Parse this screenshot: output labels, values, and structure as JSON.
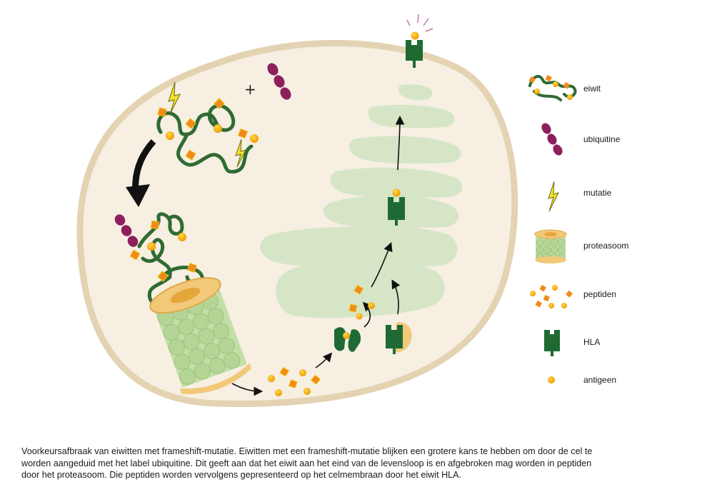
{
  "colors": {
    "cell_fill": "#f6efe2",
    "cell_border": "#e4d3b2",
    "organelle": "#d6e5c6",
    "protein_green": "#2f6b33",
    "ubiquitin": "#8e1f5c",
    "mutation": "#f2e12c",
    "peptide_orange": "#f5a800",
    "hla_green": "#1f6a33",
    "proteasome_green": "#c3dea6",
    "proteasome_cap": "#f2c879"
  },
  "diagram": {
    "plus_sign": "+"
  },
  "legend": {
    "items": [
      {
        "icon": "protein-icon",
        "label": "eiwit"
      },
      {
        "icon": "ubiquitin-icon",
        "label": "ubiquitine"
      },
      {
        "icon": "lightning-icon",
        "label": "mutatie"
      },
      {
        "icon": "proteasome-icon",
        "label": "proteasoom"
      },
      {
        "icon": "peptides-icon",
        "label": "peptiden"
      },
      {
        "icon": "hla-icon",
        "label": "HLA"
      },
      {
        "icon": "antigen-icon",
        "label": "antigeen"
      }
    ]
  },
  "caption": {
    "lines": [
      "Voorkeursafbraak van eiwitten met frameshift-mutatie. Eiwitten met een frameshift-mutatie blijken een grotere kans te hebben om door de cel te",
      "worden aangeduid met het label ubiquitine. Dit geeft aan dat het eiwit aan het eind van de levensloop is en afgebroken mag worden in peptiden",
      "door het proteasoom. Die peptiden worden vervolgens gepresenteerd op het celmembraan door het eiwit HLA."
    ]
  }
}
